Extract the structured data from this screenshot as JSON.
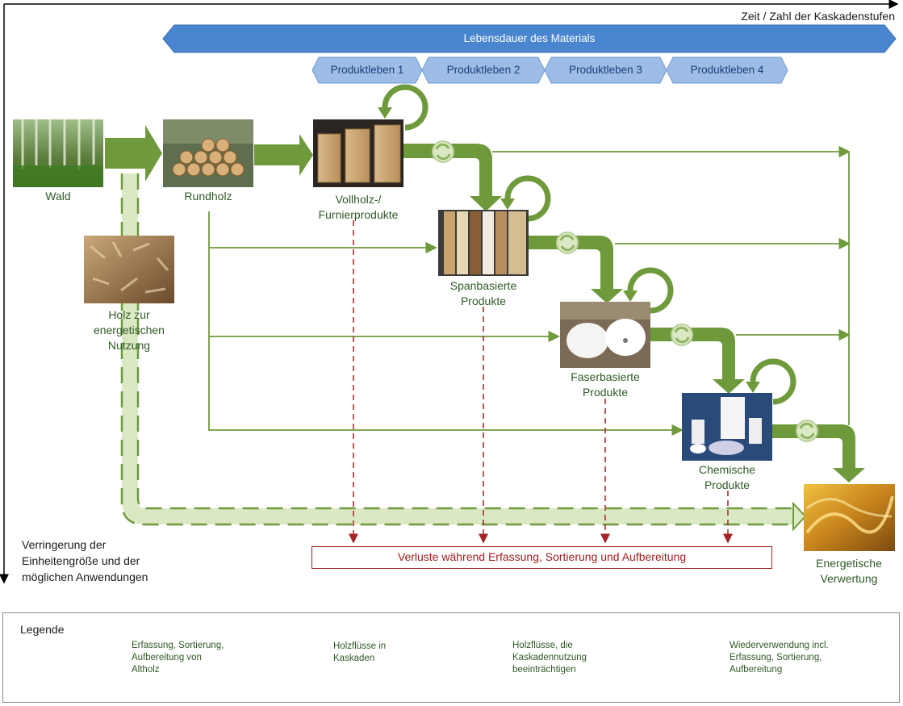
{
  "axes": {
    "horizontal_label": "Zeit / Zahl der Kaskadenstufen",
    "vertical_label": "Verringerung der Einheitengröße und der möglichen Anwendungen",
    "vertical_lines": [
      "Verringerung der",
      "Einheitengröße und der",
      "möglichen Anwendungen"
    ]
  },
  "lifespan": {
    "label": "Lebensdauer des Materials",
    "phases": [
      "Produktleben 1",
      "Produktleben 2",
      "Produktleben 3",
      "Produktleben 4"
    ]
  },
  "nodes": {
    "wald": {
      "lines": [
        "Wald"
      ]
    },
    "rundholz": {
      "lines": [
        "Rundholz"
      ]
    },
    "energetisch_holz": {
      "lines": [
        "Holz zur",
        "energetischen",
        "Nutzung"
      ]
    },
    "vollholz": {
      "lines": [
        "Vollholz-/",
        "Furnierprodukte"
      ]
    },
    "span": {
      "lines": [
        "Spanbasierte",
        "Produkte"
      ]
    },
    "faser": {
      "lines": [
        "Faserbasierte",
        "Produkte"
      ]
    },
    "chemisch": {
      "lines": [
        "Chemische",
        "Produkte"
      ]
    },
    "verwertung": {
      "lines": [
        "Energetische",
        "Verwertung"
      ]
    }
  },
  "losses": {
    "label": "Verluste während Erfassung, Sortierung und Aufbereitung"
  },
  "legend": {
    "title": "Legende",
    "items": [
      {
        "icon": "recycle-icon",
        "lines": [
          "Erfassung, Sortierung,",
          "Aufbereitung von",
          "Altholz"
        ]
      },
      {
        "icon": "cascade-arrow-icon",
        "lines": [
          "Holzflüsse in",
          "Kaskaden"
        ]
      },
      {
        "icon": "thin-arrow-icon",
        "lines": [
          "Holzflüsse, die",
          "Kaskadennutzung",
          "beeinträchtigen"
        ]
      },
      {
        "icon": "reuse-loop-icon",
        "lines": [
          "Wiederverwendung incl.",
          "Erfassung, Sortierung,",
          "Aufbereitung"
        ]
      }
    ]
  },
  "colors": {
    "green_dark": "#6e9a3c",
    "green_light": "#dbe8c4",
    "green_text": "#2f5a25",
    "blue_band": "#4a86d0",
    "blue_phase": "#9dbde6",
    "loss_red": "#a42424"
  }
}
